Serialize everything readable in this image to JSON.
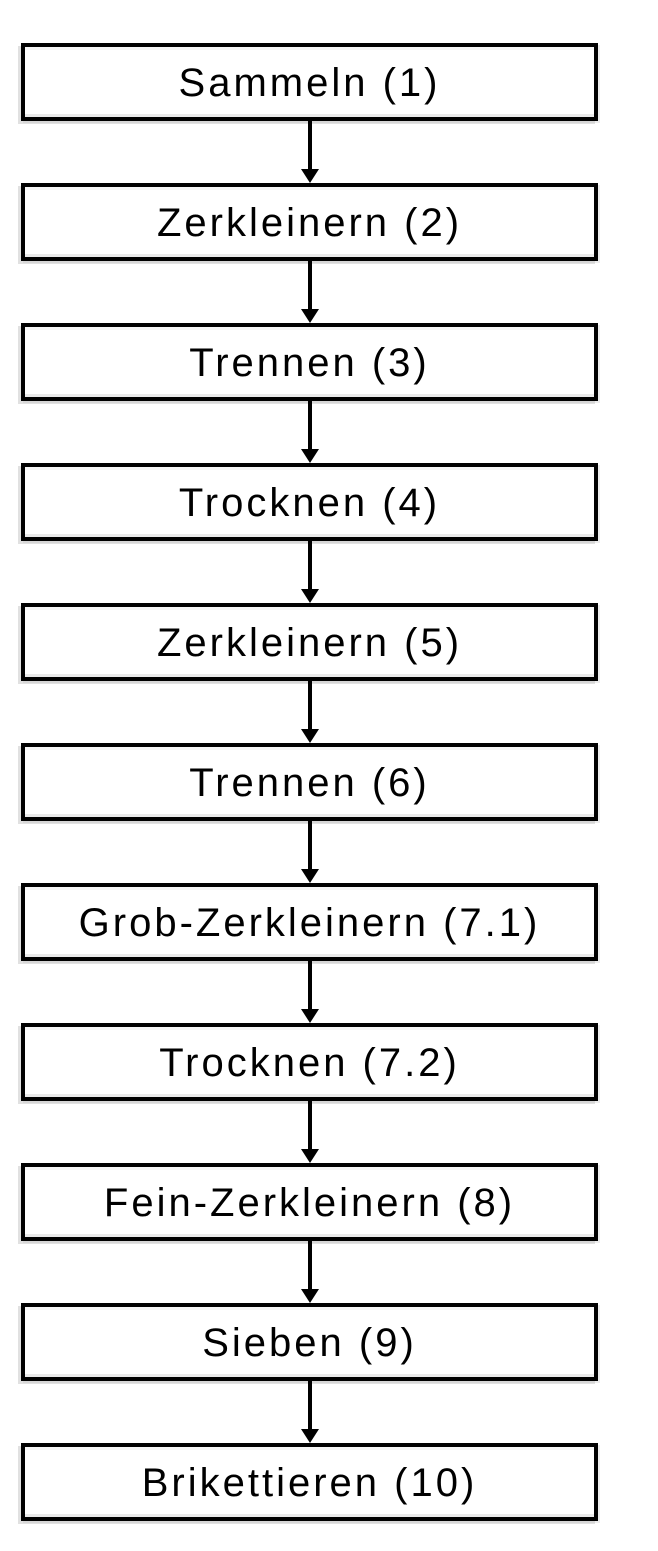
{
  "figure": {
    "type": "flowchart",
    "direction": "top-down",
    "steps": [
      {
        "label": "Sammeln (1)"
      },
      {
        "label": "Zerkleinern (2)"
      },
      {
        "label": "Trennen (3)"
      },
      {
        "label": "Trocknen (4)"
      },
      {
        "label": "Zerkleinern (5)"
      },
      {
        "label": "Trennen (6)"
      },
      {
        "label": "Grob-Zerkleinern (7.1)"
      },
      {
        "label": "Trocknen (7.2)"
      },
      {
        "label": "Fein-Zerkleinern (8)"
      },
      {
        "label": "Sieben (9)"
      },
      {
        "label": "Brikettieren (10)"
      }
    ]
  },
  "colors": {
    "background": "#ffffff",
    "box_fill": "#ffffff",
    "box_border": "#000000",
    "text": "#000000",
    "arrow": "#000000",
    "scan_artifact": "#bdbdbd"
  }
}
